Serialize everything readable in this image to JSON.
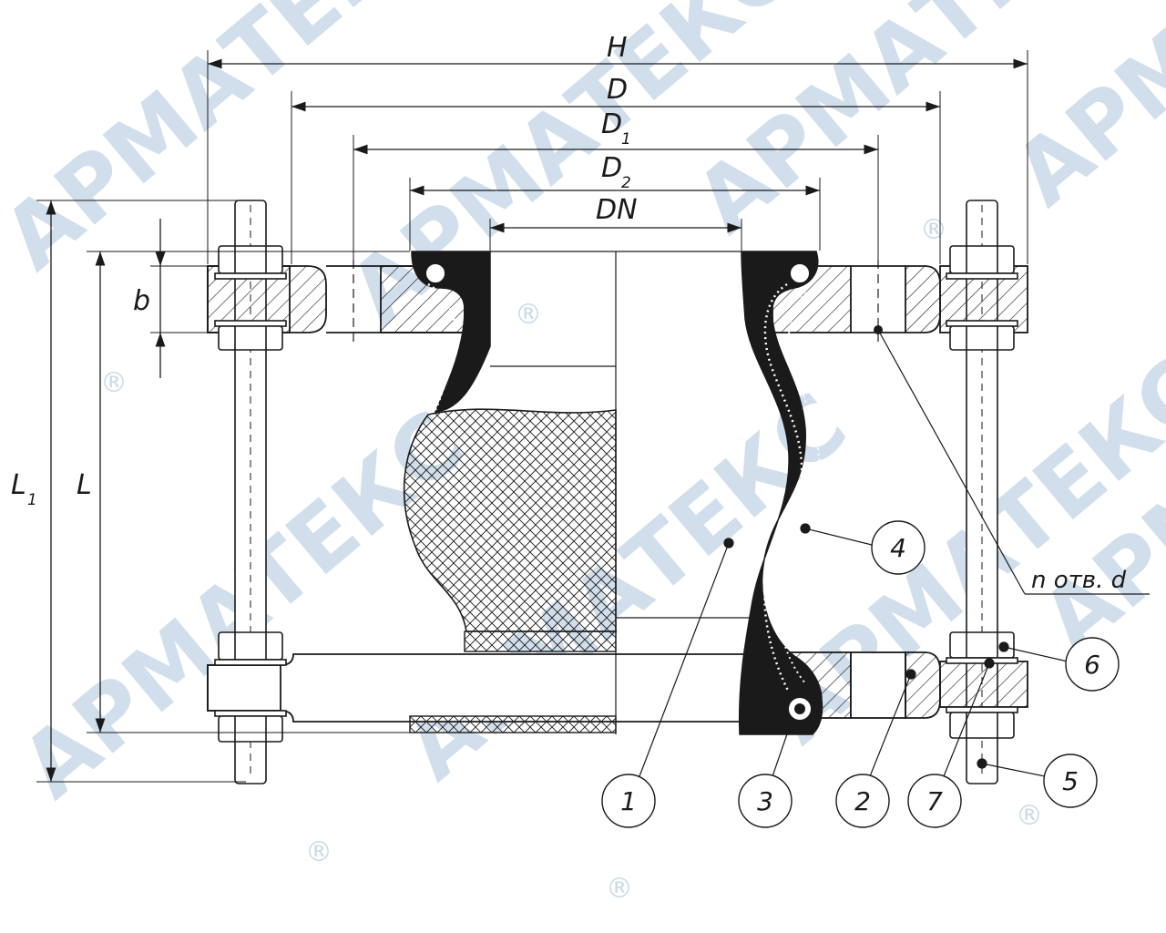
{
  "dimensions": {
    "H": "H",
    "D": "D",
    "D1_main": "D",
    "D1_sub": "1",
    "D2_main": "D",
    "D2_sub": "2",
    "DN": "DN",
    "b": "b",
    "L": "L",
    "L1_main": "L",
    "L1_sub": "1"
  },
  "note": "n отв. d",
  "callouts": [
    "1",
    "2",
    "3",
    "4",
    "5",
    "6",
    "7"
  ],
  "watermark": {
    "text": "АРМАТЕКС",
    "registered": "®"
  },
  "colors": {
    "ink": "#1a1a1a",
    "watermark": "#c9d9e8"
  }
}
